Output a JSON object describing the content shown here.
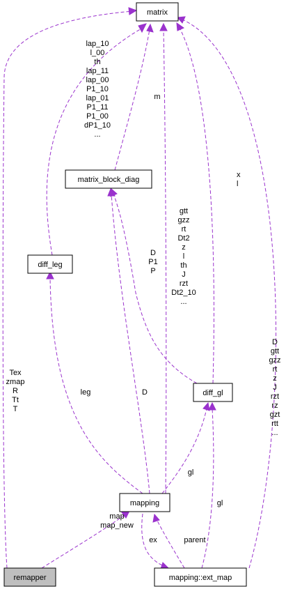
{
  "nodes": {
    "matrix": "matrix",
    "matrix_block_diag": "matrix_block_diag",
    "diff_leg": "diff_leg",
    "diff_gl": "diff_gl",
    "mapping": "mapping",
    "remapper": "remapper",
    "ext_map": "mapping::ext_map"
  },
  "edge_labels": {
    "diffleg_matrix": [
      "lap_10",
      "l_00",
      "th",
      "lap_11",
      "lap_00",
      "P1_10",
      "lap_01",
      "P1_11",
      "P1_00",
      "dP1_10",
      "..."
    ],
    "block_matrix": [
      "m"
    ],
    "diffgl_matrix": [
      "x",
      "l"
    ],
    "mapping_matrix": [
      "gtt",
      "gzz",
      "rt",
      "Dt2",
      "z",
      "l",
      "th",
      "J",
      "rzt",
      "Dt2_10",
      "..."
    ],
    "diffgl_block": [
      "D",
      "P1",
      "P"
    ],
    "extmap_matrix": [
      "D",
      "gtt",
      "gzz",
      "rt",
      "z",
      "J",
      "rzt",
      "rz",
      "gzt",
      "rtt",
      "..."
    ],
    "remapper_matrix": [
      "Tex",
      "zmap",
      "R",
      "Tt",
      "T"
    ],
    "mapping_diffleg": [
      "leg"
    ],
    "mapping_block": [
      "D"
    ],
    "mapping_diffgl": [
      "gl"
    ],
    "extmap_diffgl": [
      "gl"
    ],
    "remapper_mapping": [
      "map",
      "map_new"
    ],
    "mapping_extmap": [
      "ex"
    ],
    "extmap_mapping": [
      "parent"
    ]
  }
}
